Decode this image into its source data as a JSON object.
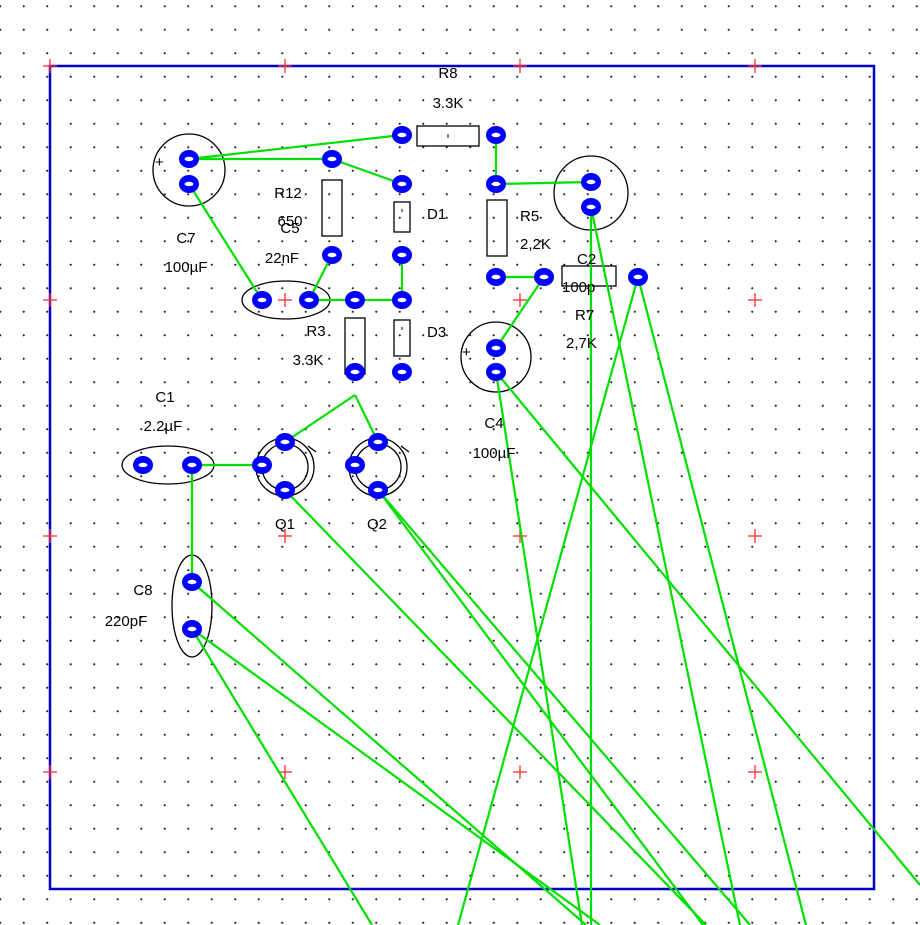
{
  "components": [
    {
      "ref": "R8",
      "value": "3.3K"
    },
    {
      "ref": "R12",
      "value": "650"
    },
    {
      "ref": "C5",
      "value": "22nF"
    },
    {
      "ref": "D1",
      "value": ""
    },
    {
      "ref": "R5",
      "value": "2,2K"
    },
    {
      "ref": "C2",
      "value": "100p"
    },
    {
      "ref": "R7",
      "value": "2,7K"
    },
    {
      "ref": "C7",
      "value": "100µF"
    },
    {
      "ref": "R3",
      "value": "3.3K"
    },
    {
      "ref": "D3",
      "value": ""
    },
    {
      "ref": "C4",
      "value": "100µF"
    },
    {
      "ref": "C1",
      "value": "2.2µF"
    },
    {
      "ref": "Q1",
      "value": ""
    },
    {
      "ref": "Q2",
      "value": ""
    },
    {
      "ref": "C8",
      "value": "220pF"
    }
  ],
  "polarity_mark": "+",
  "colors": {
    "board_outline": "#0000cc",
    "pad": "#0000ff",
    "ratsnest": "#00e000",
    "grid_marker": "#ff3030"
  }
}
